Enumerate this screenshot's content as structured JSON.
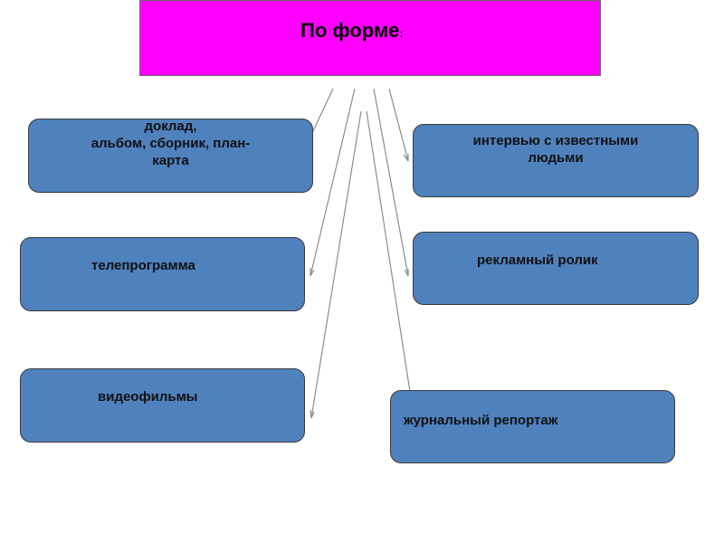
{
  "header": {
    "title": "По форме",
    "title_suffix": ":"
  },
  "nodes": {
    "report": "доклад,\nальбом, сборник, план-\nкарта",
    "tv": "телепрограмма",
    "video": "видеофильмы",
    "interview": "интервью с известными\nлюдьми",
    "ad": "рекламный ролик",
    "reportage": "журнальный репортаж"
  },
  "colors": {
    "header_fill": "#ff00ff",
    "node_fill": "#4f81bd",
    "node_border": "#3a3a3a",
    "connector": "#8c8c8c"
  }
}
